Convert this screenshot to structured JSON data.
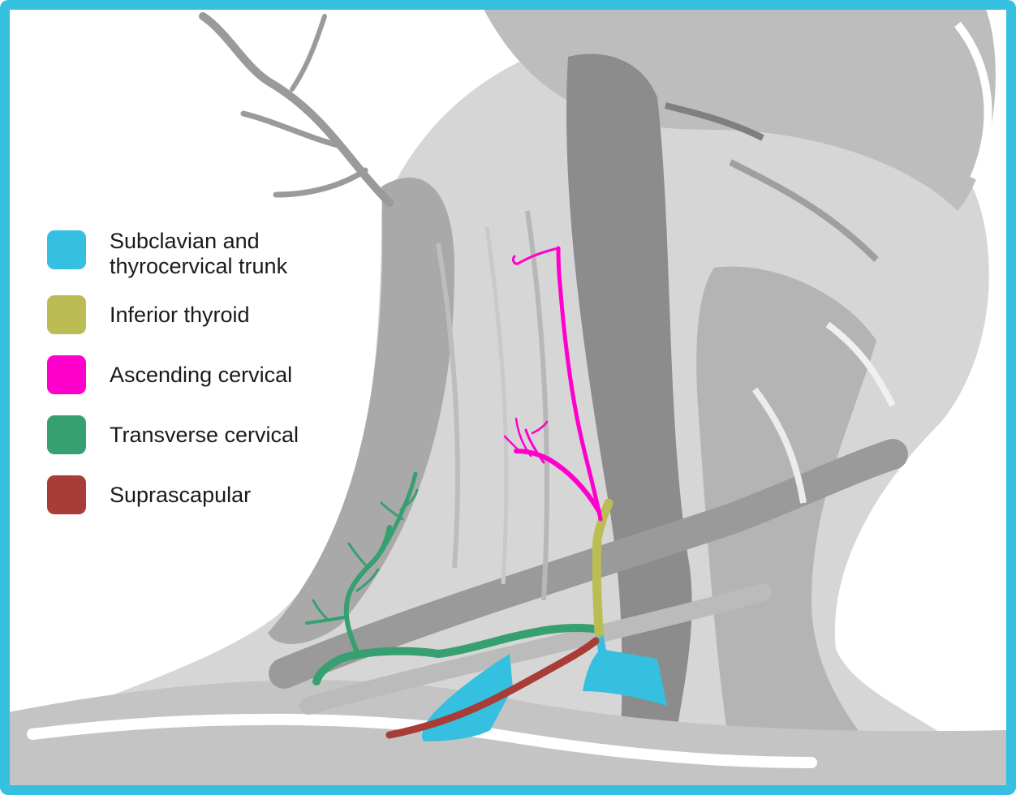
{
  "colors": {
    "frame": "#35bfe0",
    "bone_light": "#d6d6d6",
    "bone_mid": "#b4b4b4",
    "bone_dark": "#8c8c8c"
  },
  "legend": {
    "items": [
      {
        "label": "Subclavian and\nthyrocervical trunk",
        "color": "#35bfe0"
      },
      {
        "label": "Inferior thyroid",
        "color": "#bcbc55"
      },
      {
        "label": "Ascending cervical",
        "color": "#ff00cc"
      },
      {
        "label": "Transverse cervical",
        "color": "#37a071"
      },
      {
        "label": "Suprascapular",
        "color": "#a73d36"
      }
    ]
  }
}
